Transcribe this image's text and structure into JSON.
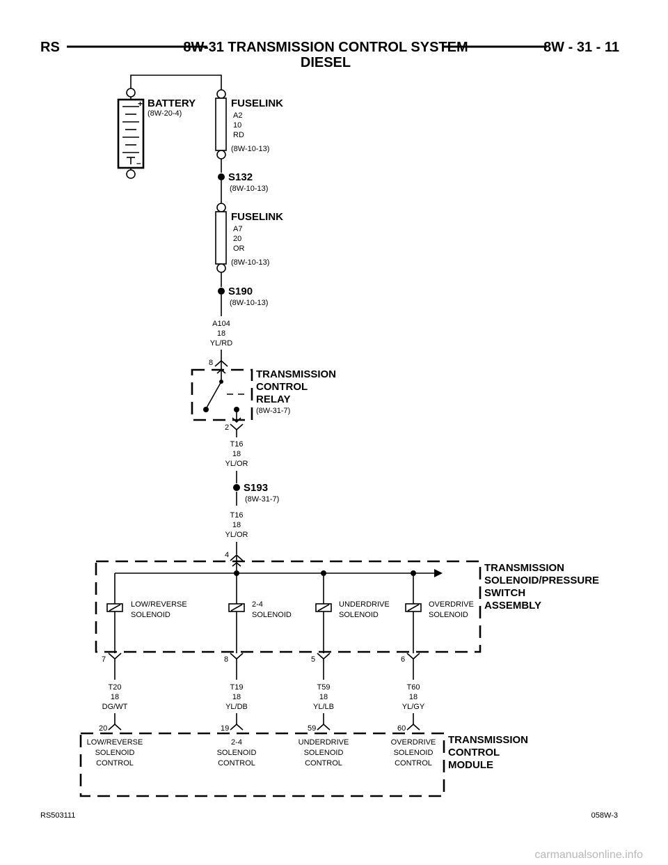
{
  "header": {
    "left": "RS",
    "title_line1": "8W-31 TRANSMISSION CONTROL SYSTEM",
    "title_line2": "DIESEL",
    "right": "8W - 31 - 11"
  },
  "battery": {
    "label": "BATTERY",
    "ref": "(8W-20-4)",
    "plus": "+",
    "minus": "–"
  },
  "fuselink_1": {
    "label": "FUSELINK",
    "circuit": "A2",
    "gauge": "10",
    "color": "RD",
    "ref": "(8W-10-13)"
  },
  "splice_s132": {
    "label": "S132",
    "ref": "(8W-10-13)"
  },
  "fuselink_2": {
    "label": "FUSELINK",
    "circuit": "A7",
    "gauge": "20",
    "color": "OR",
    "ref": "(8W-10-13)"
  },
  "splice_s190": {
    "label": "S190",
    "ref": "(8W-10-13)"
  },
  "wire_a104": {
    "circuit": "A104",
    "gauge": "18",
    "color": "YL/RD"
  },
  "relay": {
    "title_lines": [
      "TRANSMISSION",
      "CONTROL",
      "RELAY"
    ],
    "ref": "(8W-31-7)",
    "pin_in": "8",
    "pin_out": "2"
  },
  "wire_t16_a": {
    "circuit": "T16",
    "gauge": "18",
    "color": "YL/OR"
  },
  "splice_s193": {
    "label": "S193",
    "ref": "(8W-31-7)"
  },
  "wire_t16_b": {
    "circuit": "T16",
    "gauge": "18",
    "color": "YL/OR"
  },
  "solenoid_assembly": {
    "title_lines": [
      "TRANSMISSION",
      "SOLENOID/PRESSURE",
      "SWITCH",
      "ASSEMBLY"
    ],
    "pin_in": "4",
    "solenoids": [
      {
        "line1": "LOW/REVERSE",
        "line2": "SOLENOID",
        "pin": "7"
      },
      {
        "line1": "2-4",
        "line2": "SOLENOID",
        "pin": "8"
      },
      {
        "line1": "UNDERDRIVE",
        "line2": "SOLENOID",
        "pin": "5"
      },
      {
        "line1": "OVERDRIVE",
        "line2": "SOLENOID",
        "pin": "6"
      }
    ]
  },
  "output_wires": [
    {
      "circuit": "T20",
      "gauge": "18",
      "color": "DG/WT"
    },
    {
      "circuit": "T19",
      "gauge": "18",
      "color": "YL/DB"
    },
    {
      "circuit": "T59",
      "gauge": "18",
      "color": "YL/LB"
    },
    {
      "circuit": "T60",
      "gauge": "18",
      "color": "YL/GY"
    }
  ],
  "tcm": {
    "title_lines": [
      "TRANSMISSION",
      "CONTROL",
      "MODULE"
    ],
    "inputs": [
      {
        "pin": "20",
        "line1": "LOW/REVERSE",
        "line2": "SOLENOID",
        "line3": "CONTROL"
      },
      {
        "pin": "19",
        "line1": "2-4",
        "line2": "SOLENOID",
        "line3": "CONTROL"
      },
      {
        "pin": "59",
        "line1": "UNDERDRIVE",
        "line2": "SOLENOID",
        "line3": "CONTROL"
      },
      {
        "pin": "60",
        "line1": "OVERDRIVE",
        "line2": "SOLENOID",
        "line3": "CONTROL"
      }
    ]
  },
  "footer": {
    "left": "RS503111",
    "right": "058W-3"
  },
  "watermark": "carmanualsonline.info"
}
